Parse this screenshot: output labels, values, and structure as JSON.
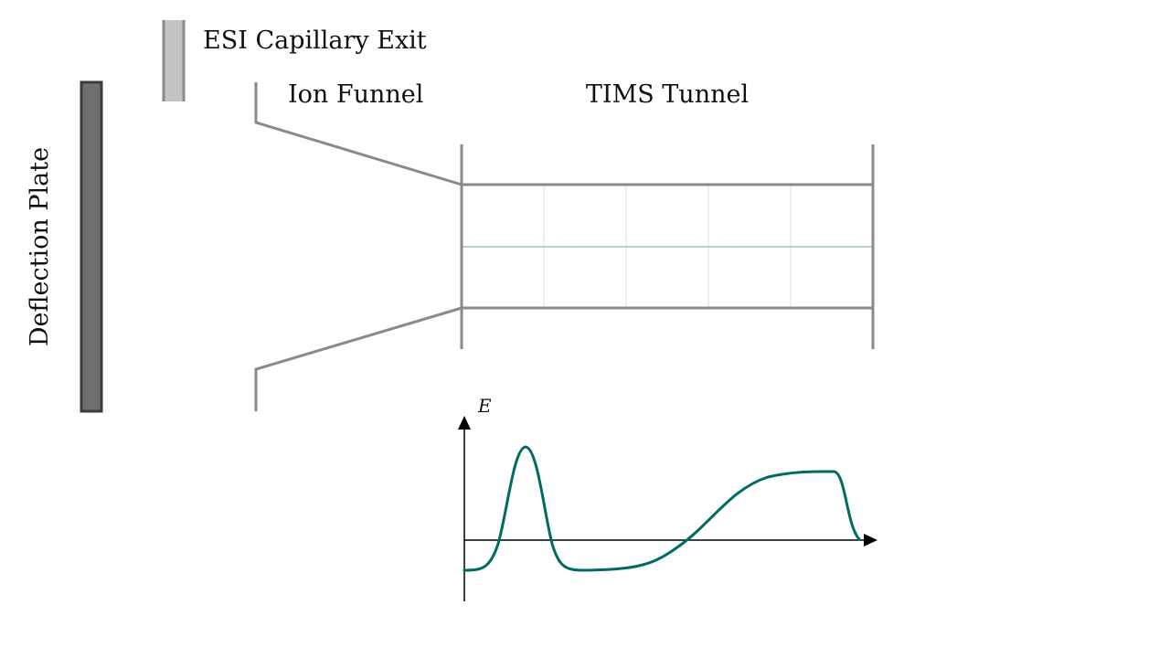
{
  "labels": {
    "capillary": "ESI Capillary Exit",
    "funnel": "Ion Funnel",
    "tims": "TIMS Tunnel",
    "deflection": "Deflection Plate",
    "energy_axis": "E"
  },
  "colors": {
    "capillary_fill": "#c4c4c4",
    "capillary_edge": "#8a8a8a",
    "plate_fill": "#6e6e6e",
    "plate_edge": "#3c3c3c",
    "electrode": "#8a8a8a",
    "grid": "#cfe4e4",
    "axis_line": "#9fc4c4",
    "curve": "#006b63",
    "axes": "#000000"
  }
}
